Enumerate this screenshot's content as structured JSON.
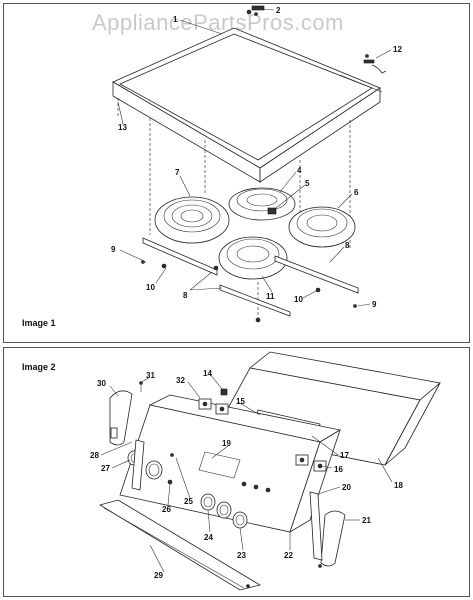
{
  "watermark": "AppliancePartsPros.com",
  "image1": {
    "label": "Image 1",
    "callouts": [
      "1",
      "2",
      "12",
      "13",
      "7",
      "4",
      "5",
      "6",
      "9",
      "8",
      "10",
      "8",
      "11",
      "10",
      "9"
    ]
  },
  "image2": {
    "label": "Image 2",
    "callouts": [
      "31",
      "30",
      "32",
      "14",
      "15",
      "28",
      "27",
      "19",
      "17",
      "16",
      "18",
      "26",
      "25",
      "20",
      "24",
      "21",
      "23",
      "22",
      "29"
    ]
  }
}
